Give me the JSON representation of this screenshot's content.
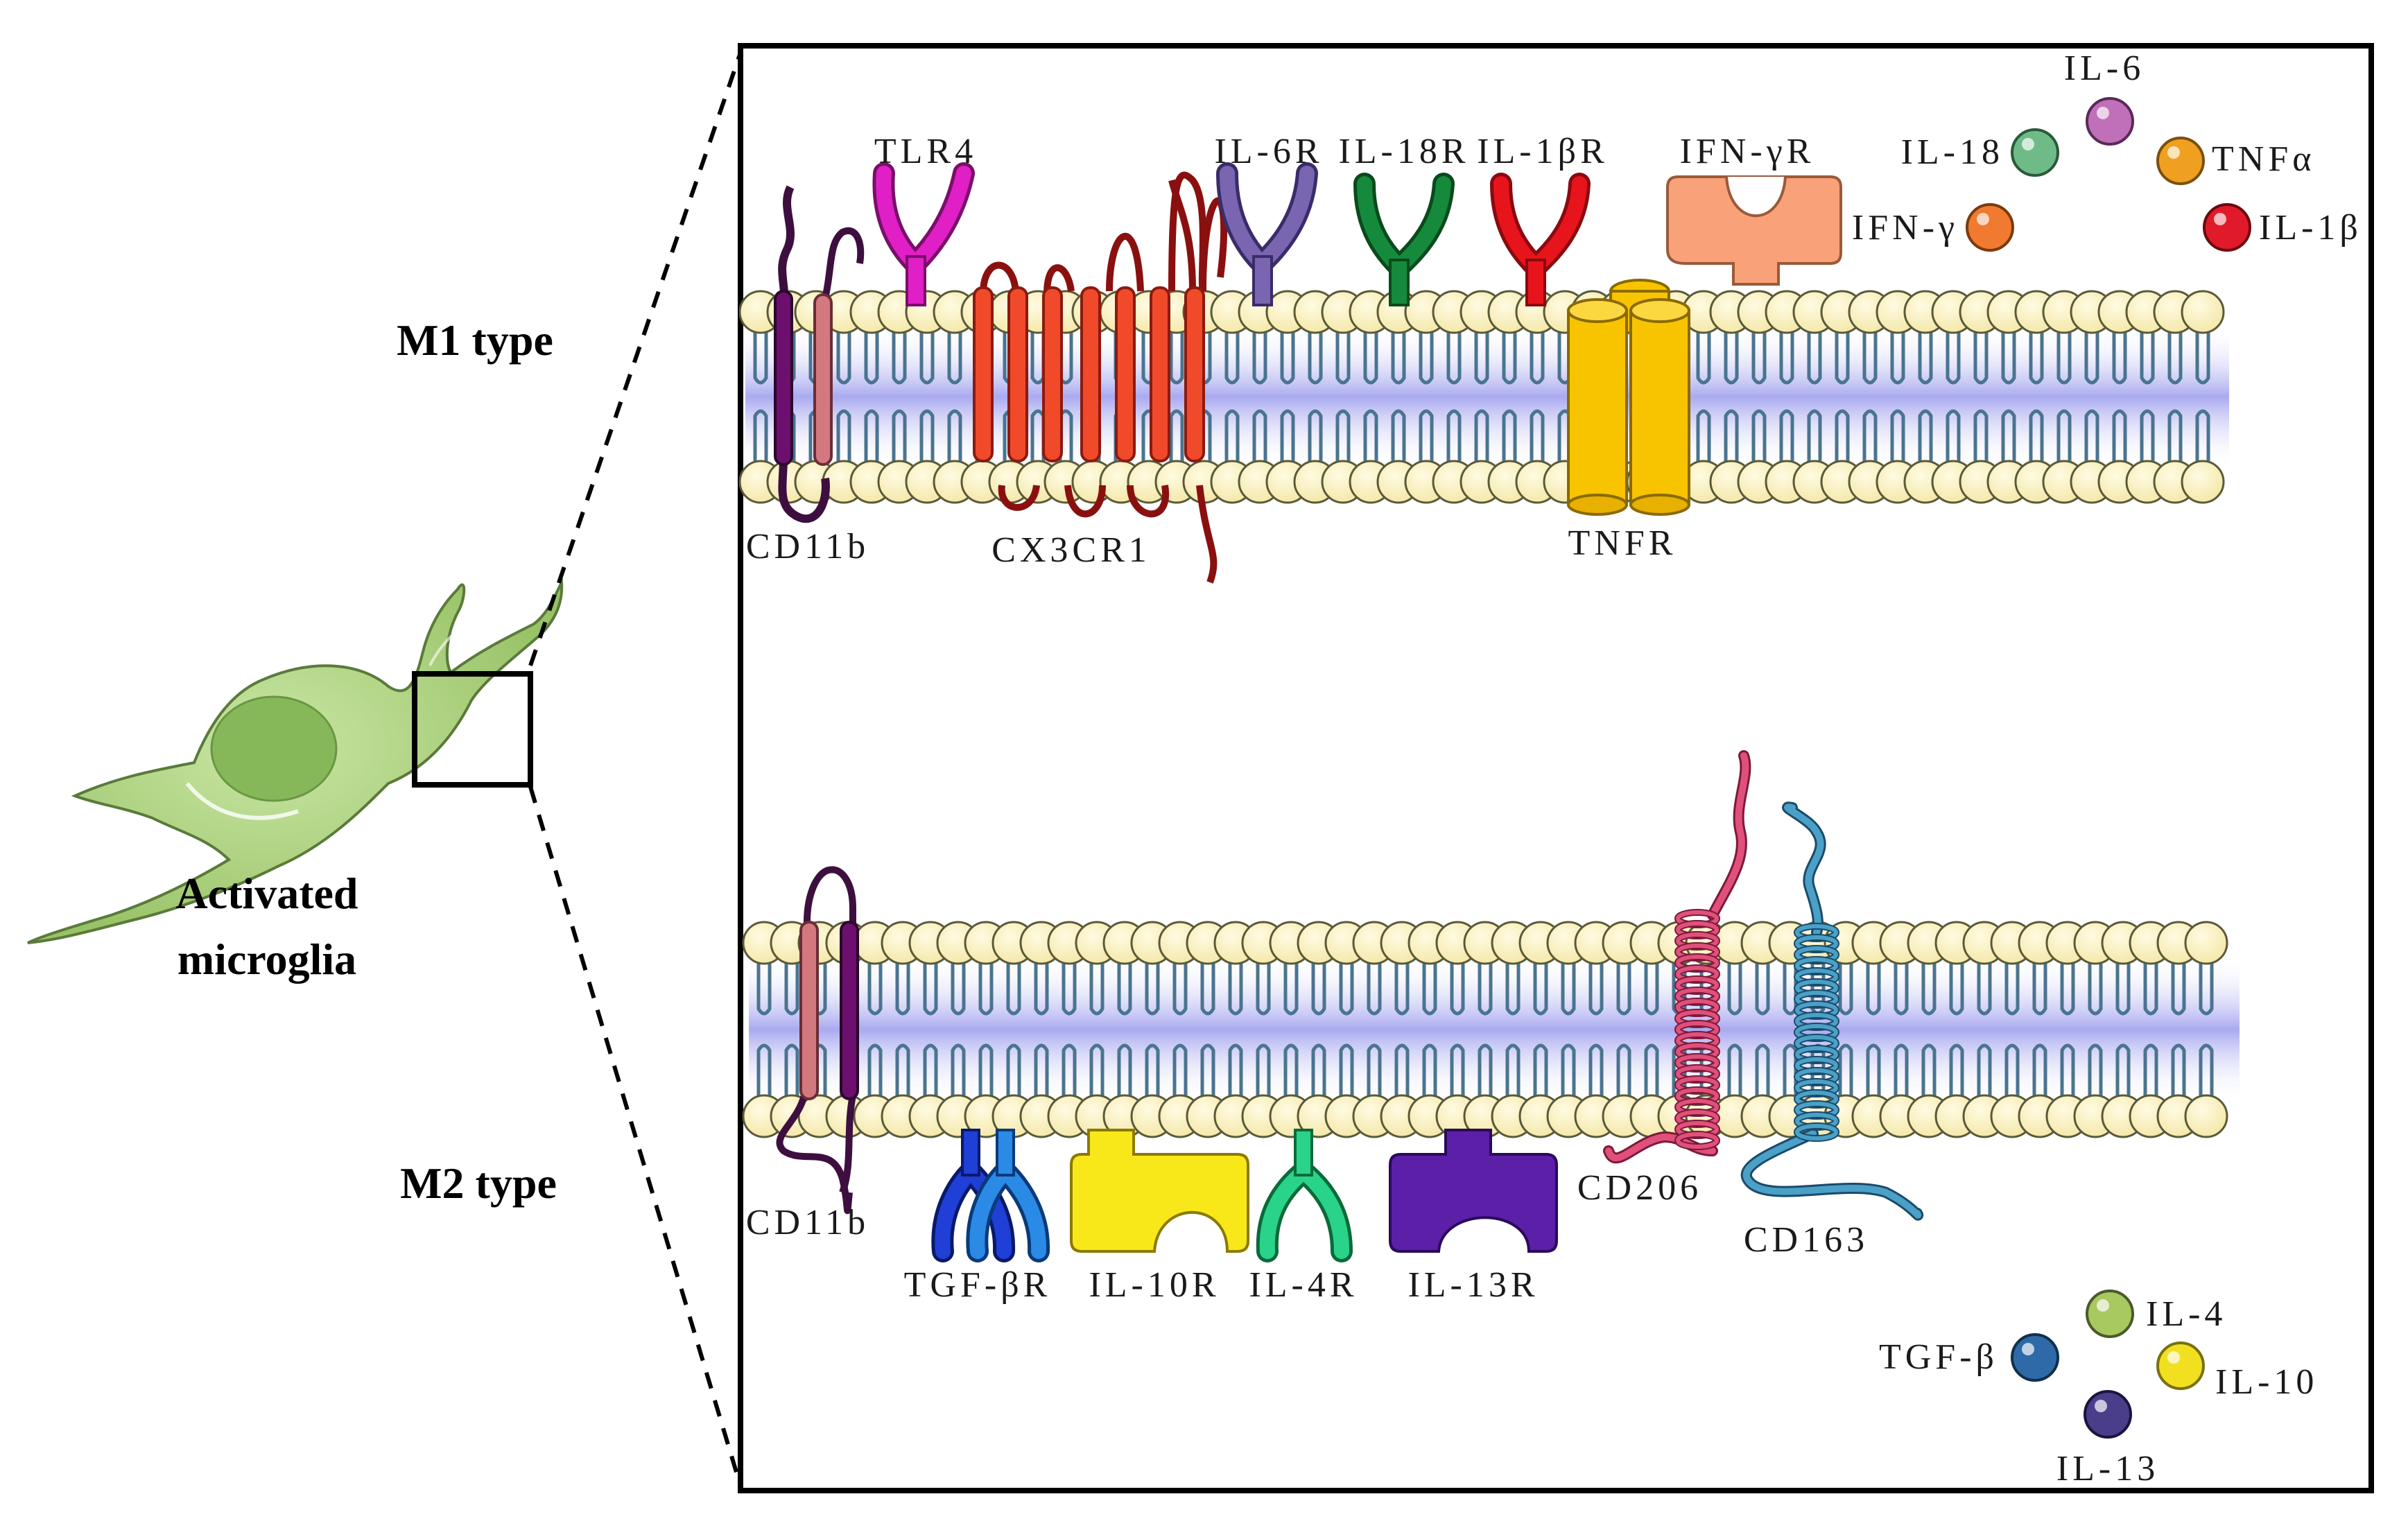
{
  "cell": {
    "label_line1": "Activated",
    "label_line2": "microglia"
  },
  "m1": {
    "title": "M1 type",
    "receptors": {
      "tlr4": "TLR4",
      "il6r": "IL-6R",
      "il18r": "IL-18R",
      "il1br": "IL-1βR",
      "ifngr": "IFN-γR",
      "cd11b": "CD11b",
      "cx3cr1": "CX3CR1",
      "tnfr": "TNFR"
    },
    "cytokines": {
      "il6": "IL-6",
      "il18": "IL-18",
      "tnfa": "TNFα",
      "ifng": "IFN-γ",
      "il1b": "IL-1β"
    }
  },
  "m2": {
    "title": "M2 type",
    "receptors": {
      "cd11b": "CD11b",
      "tgfbr": "TGF-βR",
      "il10r": "IL-10R",
      "il4r": "IL-4R",
      "il13r": "IL-13R",
      "cd206": "CD206",
      "cd163": "CD163"
    },
    "cytokines": {
      "il4": "IL-4",
      "tgfb": "TGF-β",
      "il10": "IL-10",
      "il13": "IL-13"
    }
  },
  "colors": {
    "lipid_head": "#fbf4c0",
    "lipid_tail": "#4a7490",
    "membrane_core": "#a7a8ee",
    "tlr4": "#e01fc6",
    "il6r": "#7a66b0",
    "il18r": "#158a3c",
    "il1br": "#e8141c",
    "ifngr": "#f9a27a",
    "tnfr": "#f8c400",
    "cx3cr1": "#f04a2a",
    "cd11b_dark": "#6d0f6e",
    "cd11b_light": "#d47880",
    "tgfbr": "#1f5fd6",
    "il10r": "#f8e81a",
    "il4r": "#2ad38a",
    "il13r": "#5c1fa8",
    "cd206": "#e0507a",
    "cd163": "#4aa0c6",
    "il6": "#c070b8",
    "il18": "#6fbb88",
    "tnfa": "#f0a020",
    "ifng": "#f07a30",
    "il1b": "#e01a2a",
    "il4": "#a8c860",
    "tgfb": "#2f6aa8",
    "il10": "#f0e020",
    "il13": "#4a3e8a",
    "microglia": "#a8d07a"
  }
}
